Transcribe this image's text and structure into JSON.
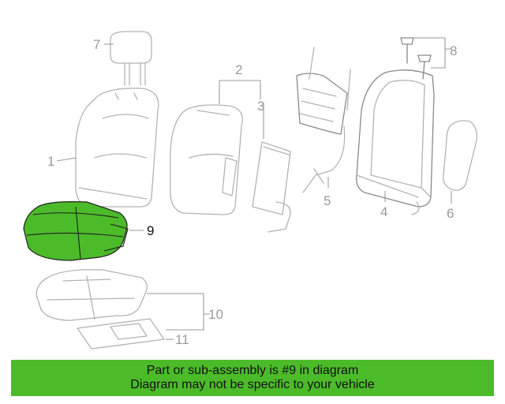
{
  "diagram": {
    "highlight_color": "#4cbb2a",
    "callouts": {
      "c1": "1",
      "c2": "2",
      "c3": "3",
      "c4": "4",
      "c5": "5",
      "c6": "6",
      "c7": "7",
      "c8": "8",
      "c9": "9",
      "c10": "10",
      "c11": "11"
    }
  },
  "banner": {
    "line1": "Part or sub-assembly is #9 in diagram",
    "line2": "Diagram may not be specific to your vehicle"
  }
}
